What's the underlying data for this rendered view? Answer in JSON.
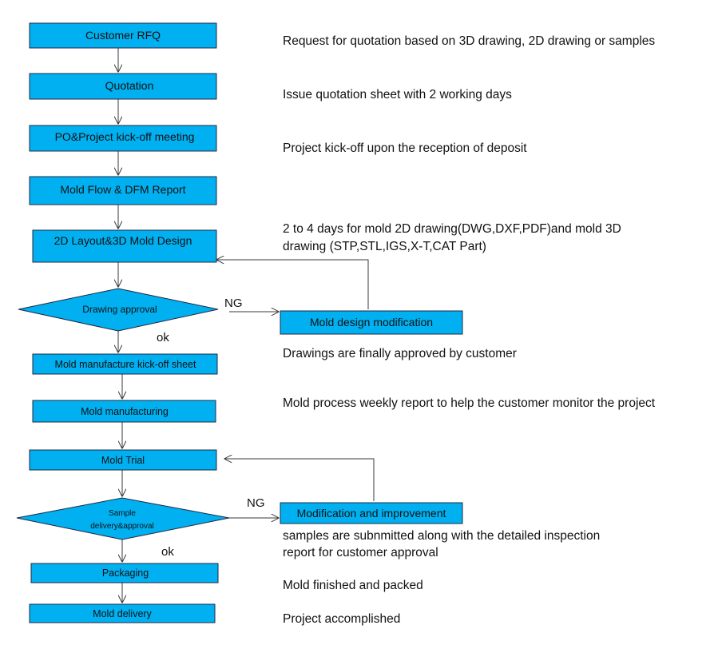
{
  "steps": {
    "customer_rfq": "Customer RFQ",
    "quotation": "Quotation",
    "po_kickoff": "PO&Project kick-off meeting",
    "flow_dfm": "Mold Flow & DFM Report",
    "layout_design": "2D Layout&3D Mold Design",
    "drawing_approval": "Drawing approval",
    "design_modification": "Mold design modification",
    "manufacture_kickoff": "Mold manufacture kick-off sheet",
    "manufacturing": "Mold manufacturing",
    "trial": "Mold Trial",
    "sample_approval_line1": "Sample",
    "sample_approval_line2": "delivery&approval",
    "modification_improvement": "Modification and improvement",
    "packaging": "Packaging",
    "delivery": "Mold delivery"
  },
  "labels": {
    "ng_1": "NG",
    "ok_1": "ok",
    "ng_2": "NG",
    "ok_2": "ok"
  },
  "descriptions": {
    "rfq": "Request for quotation based on 3D drawing, 2D drawing or samples",
    "quotation": "Issue quotation sheet with 2 working days",
    "kickoff": "Project kick-off upon the reception of deposit",
    "design_line1": "2 to 4 days for mold 2D drawing(DWG,DXF,PDF)and mold 3D",
    "design_line2": "drawing (STP,STL,IGS,X-T,CAT Part)",
    "approval": "Drawings are finally approved by customer",
    "manufacturing": "Mold process weekly report to help the customer monitor the project",
    "samples_line1": "samples are subnmitted along with the detailed inspection",
    "samples_line2": "report for customer approval",
    "packed": "Mold finished and packed",
    "accomplished": "Project accomplished"
  },
  "colors": {
    "box_fill": "#00B0F0",
    "box_border": "#1F2A44",
    "connector": "#3a3a3a"
  }
}
